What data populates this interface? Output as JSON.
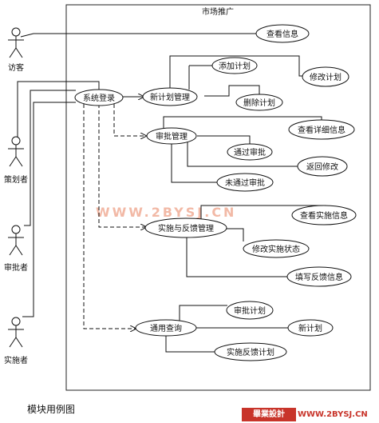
{
  "system": {
    "title": "市场推广"
  },
  "actors": [
    "访客",
    "策划者",
    "审批者",
    "实施者"
  ],
  "use_cases": {
    "view_info": "查看信息",
    "login": "系统登录",
    "new_plan": "新计划管理",
    "add_plan": "添加计划",
    "modify_plan": "修改计划",
    "delete_plan": "删除计划",
    "approval": "审批管理",
    "view_detail": "查看详细信息",
    "pass": "通过审批",
    "return_modify": "返回修改",
    "fail": "未通过审批",
    "impl_feedback": "实施与反馈管理",
    "view_impl": "查看实施信息",
    "modify_impl": "修改实施状态",
    "fill_feedback": "填写反馈信息",
    "query": "通用查询",
    "approve_plan": "审批计划",
    "new_plan_q": "新计划",
    "impl_feedback_plan": "实施反馈计划"
  },
  "watermark": "WWW.2BYSJ.CN",
  "caption": "模块用例图",
  "logo": {
    "box": "畢業設計",
    "url": "WWW.2BYSJ.CN"
  }
}
